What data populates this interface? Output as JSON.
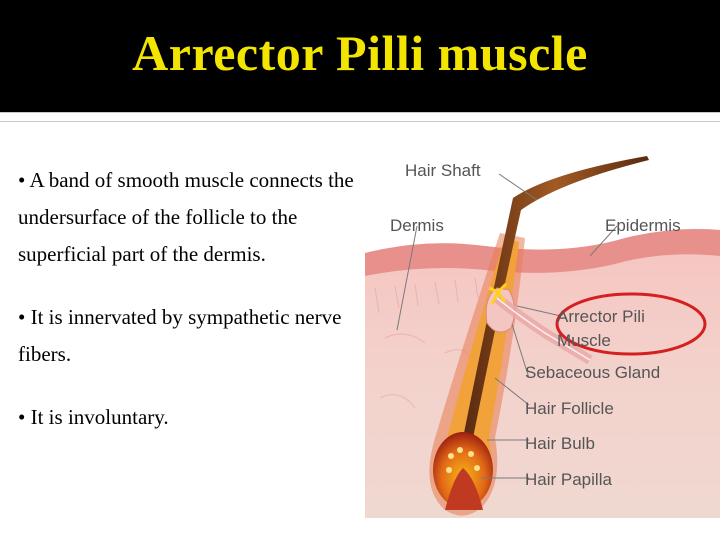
{
  "slide": {
    "title": "Arrector Pilli muscle",
    "colors": {
      "title_bg": "#000000",
      "title_text": "#f2e600",
      "highlight_circle": "#d42020"
    },
    "bullets": [
      {
        "marker": "•",
        "text": "A band of smooth muscle connects the undersurface of the follicle to the superficial part of the dermis."
      },
      {
        "marker": "•",
        "text": "It is innervated by sympathetic nerve fibers."
      },
      {
        "marker": "•",
        "text": "It is involuntary."
      }
    ]
  },
  "diagram": {
    "labels": {
      "hair_shaft": "Hair Shaft",
      "dermis": "Dermis",
      "epidermis": "Epidermis",
      "arrector_pili_line1": "Arrector Pili",
      "arrector_pili_line2": "Muscle",
      "sebaceous_gland": "Sebaceous Gland",
      "hair_follicle": "Hair Follicle",
      "hair_bulb": "Hair Bulb",
      "hair_papilla": "Hair Papilla"
    }
  }
}
